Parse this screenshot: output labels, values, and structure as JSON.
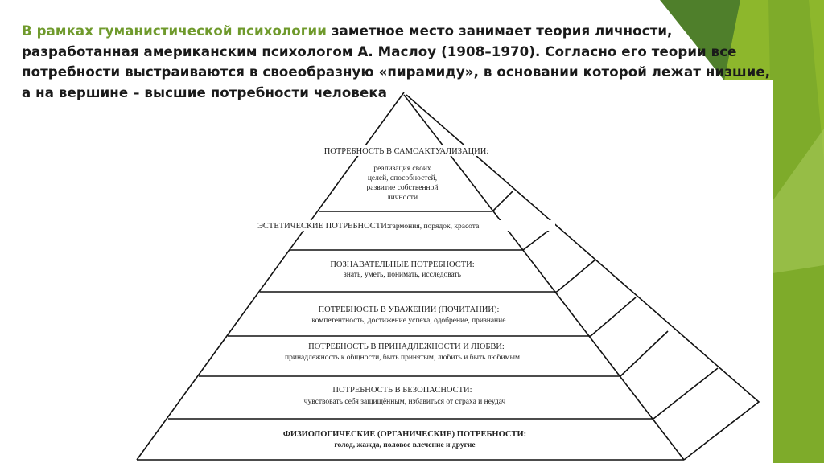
{
  "slide": {
    "intro_accent": "В рамках гуманистической психологии",
    "intro_rest": " заметное место занимает теория личности, разработанная американским психологом А. Маслоу (1908–1970). Согласно его теории все потребности выстраиваются в своеобразную «пирамиду», в основании которой лежат низшие, а на вершине – высшие потребности человека",
    "colors": {
      "accent": "#6f9a2c",
      "dark_green": "#4f7f2b",
      "light_green": "#8db72c"
    }
  },
  "pyramid": {
    "levels": [
      {
        "title": "ПОТРЕБНОСТЬ В САМОАКТУАЛИЗАЦИИ:",
        "lines": [
          "реализация своих",
          "целей, способностей,",
          "развитие собственной",
          "личности"
        ]
      },
      {
        "title": "ЭСТЕТИЧЕСКИЕ ПОТРЕБНОСТИ:",
        "inline": "гармония, порядок, красота"
      },
      {
        "title": "ПОЗНАВАТЕЛЬНЫЕ ПОТРЕБНОСТИ:",
        "desc": "знать, уметь, понимать, исследовать"
      },
      {
        "title": "ПОТРЕБНОСТЬ В УВАЖЕНИИ (ПОЧИТАНИИ):",
        "desc": "компетентность, достижение успеха, одобрение, признание"
      },
      {
        "title": "ПОТРЕБНОСТЬ В ПРИНАДЛЕЖНОСТИ И ЛЮБВИ:",
        "desc": "принадлежность к общности, быть принятым, любить и быть любимым"
      },
      {
        "title": "ПОТРЕБНОСТЬ В БЕЗОПАСНОСТИ:",
        "desc": "чувствовать себя защищённым, избавиться от страха и неудач"
      },
      {
        "title": "ФИЗИОЛОГИЧЕСКИЕ (ОРГАНИЧЕСКИЕ) ПОТРЕБНОСТИ:",
        "desc": "голод, жажда, половое влечение и другие"
      }
    ]
  }
}
